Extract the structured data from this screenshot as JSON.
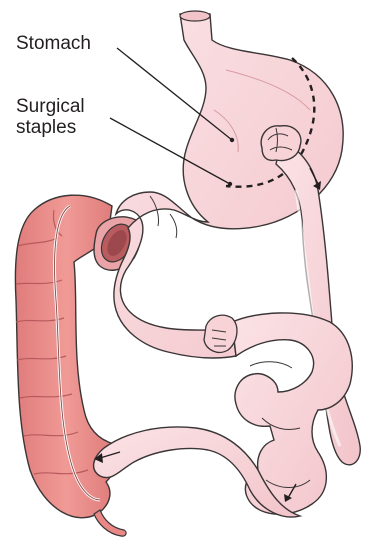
{
  "labels": {
    "stomach": "Stomach",
    "staples_line1": "Surgical",
    "staples_line2": "staples"
  },
  "colors": {
    "tissue": "#f7d2d6",
    "tissue_shadow": "#eab5bd",
    "colon": "#e98886",
    "colon_shadow": "#cf6a6a",
    "outline": "#3a3536",
    "staple_line": "#231f20"
  },
  "annotations": [
    "stomach-pointer",
    "staples-pointer",
    "flow-arrow-roux-limb",
    "flow-arrow-common-channel",
    "flow-arrow-colon"
  ]
}
